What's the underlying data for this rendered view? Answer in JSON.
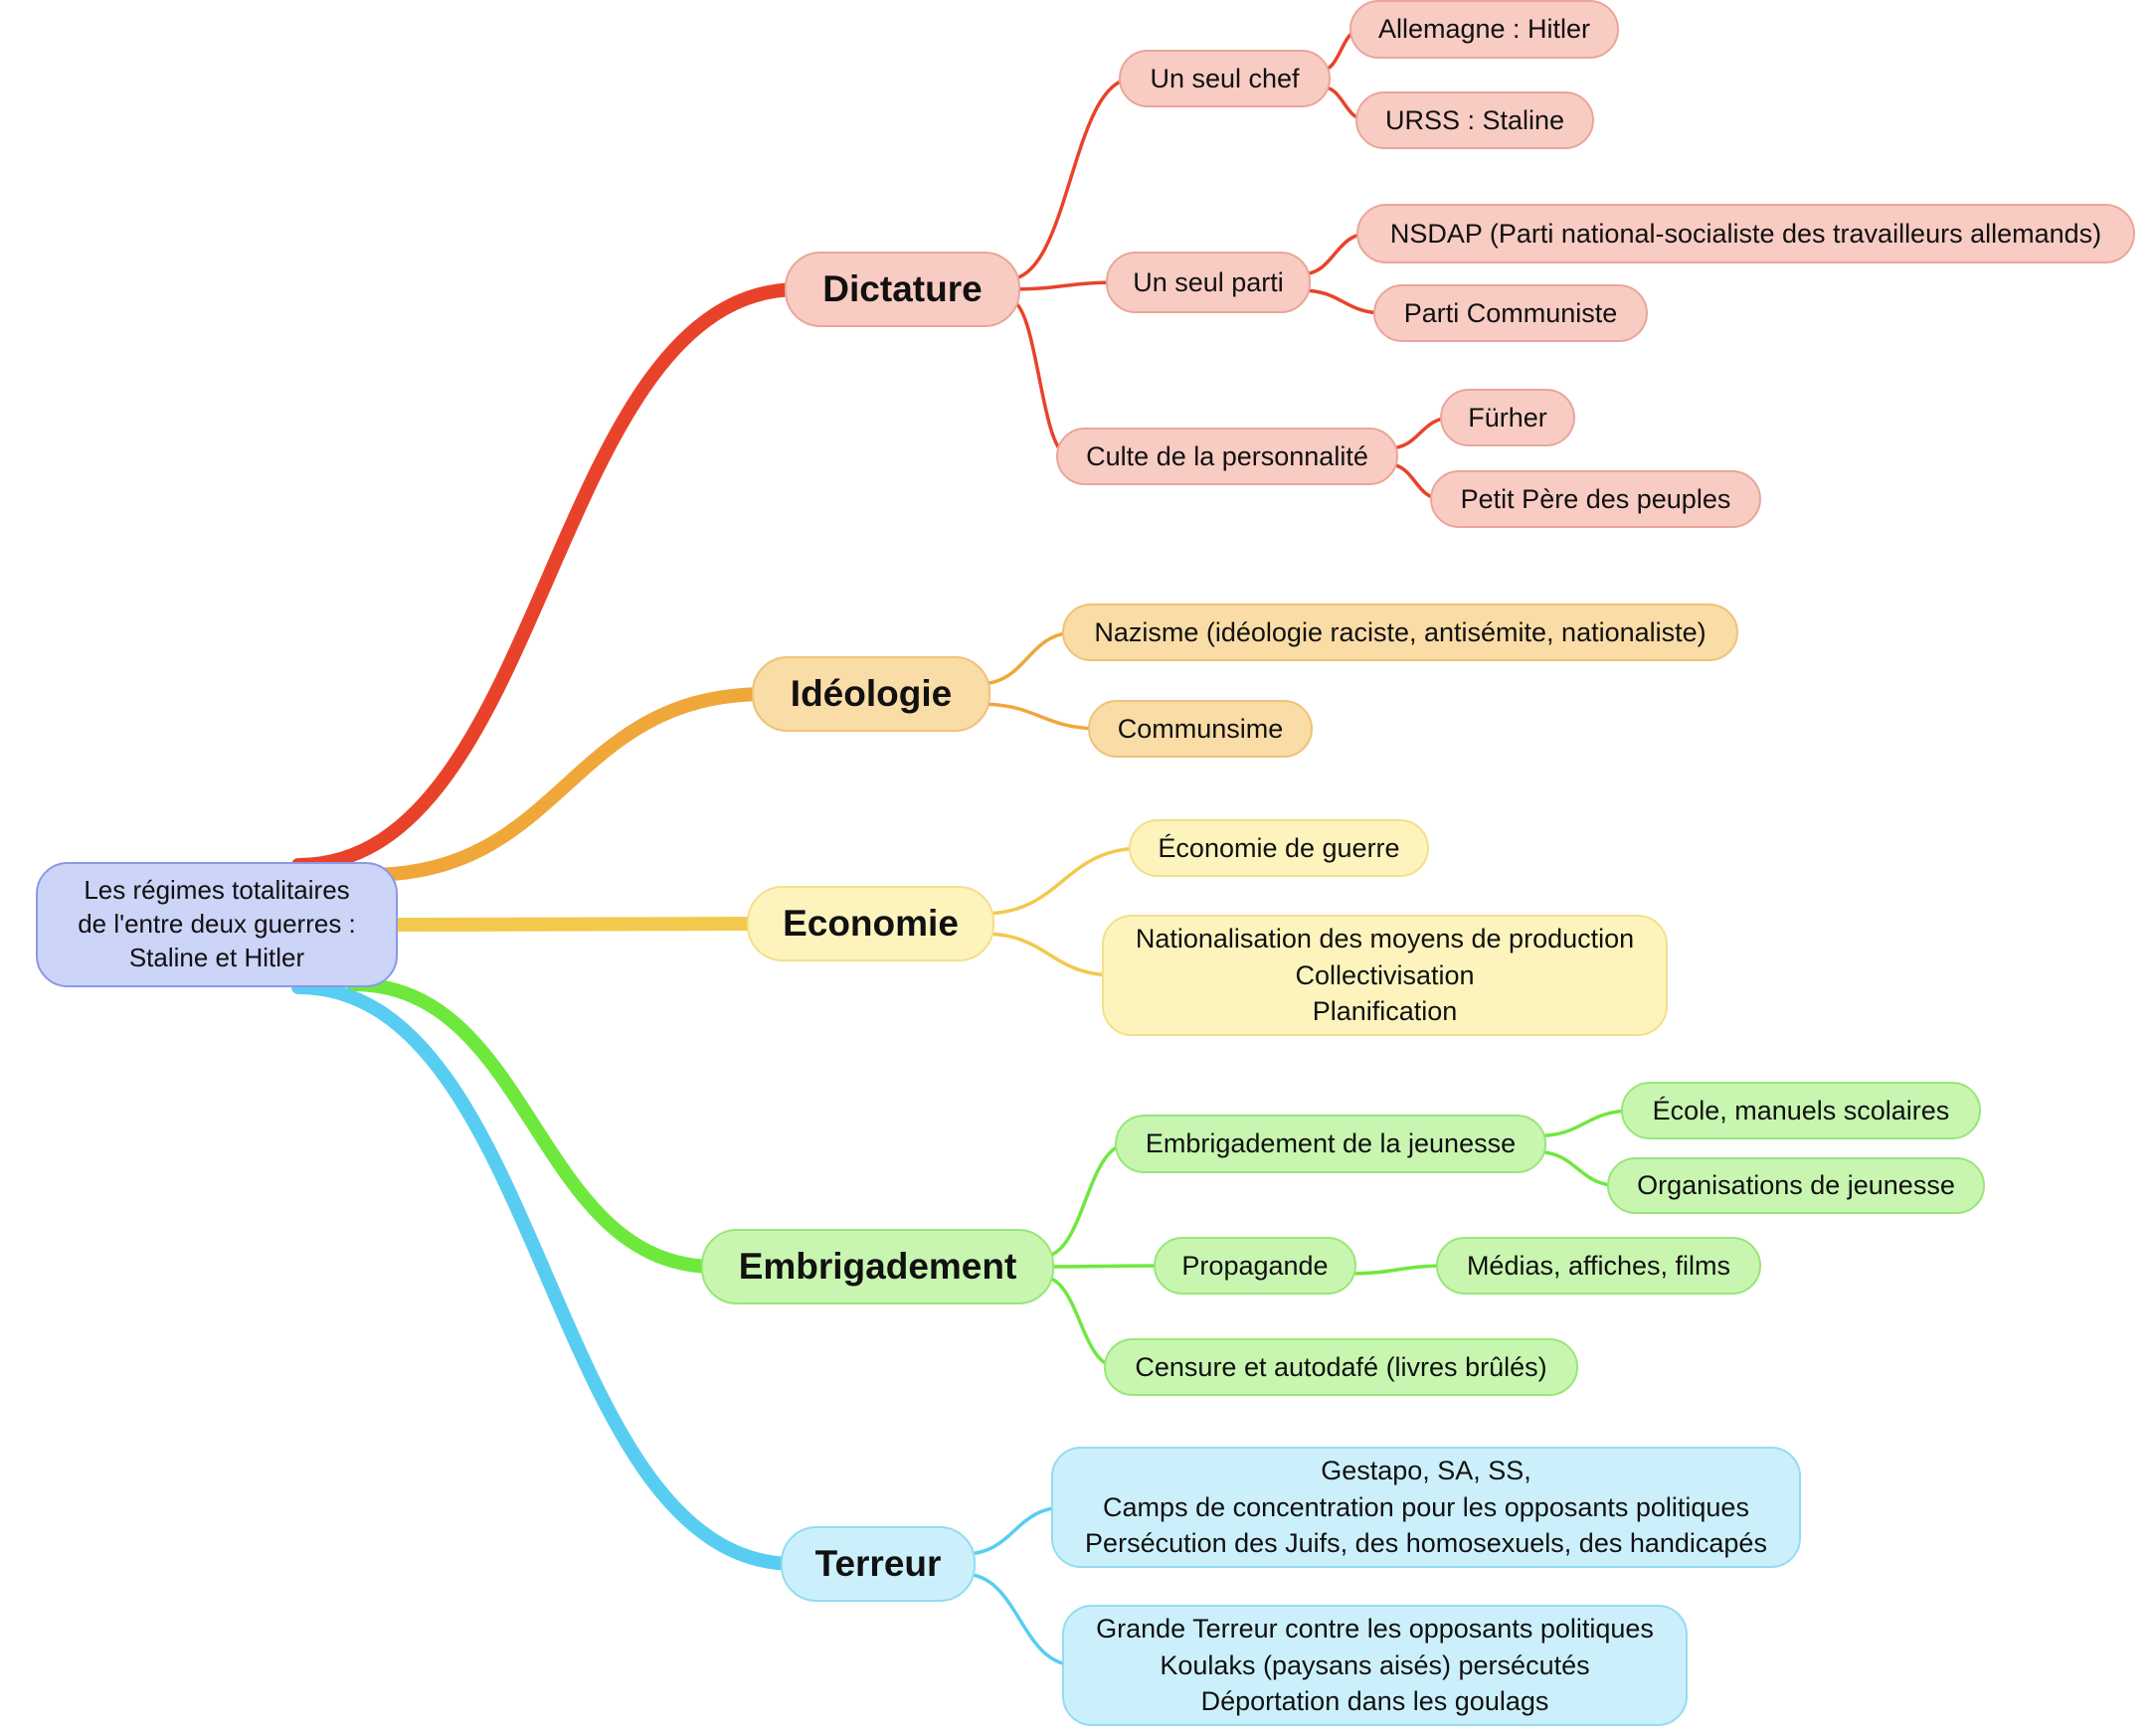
{
  "colors": {
    "root_fill": "#ccd4f8",
    "root_border": "#8b98e6",
    "dictature": "#e8432a",
    "dictature_fill": "#f8ccc3",
    "dictature_border": "#eba59a",
    "ideologie": "#f0a73a",
    "ideologie_fill": "#f9dca6",
    "ideologie_border": "#efc27a",
    "economie": "#f2c94c",
    "economie_fill": "#fdf4bd",
    "economie_border": "#f4df8a",
    "embrigadement": "#6fe83e",
    "embrigadement_fill": "#c8f6b0",
    "embrigadement_border": "#99e678",
    "terreur": "#58cdf2",
    "terreur_fill": "#ccf0fb",
    "terreur_border": "#93dcf2"
  },
  "root": {
    "label": "Les régimes totalitaires\nde l'entre deux guerres :\nStaline et Hitler"
  },
  "branches": [
    {
      "label": "Dictature",
      "color": "dictature",
      "children": [
        {
          "label": "Un seul chef",
          "children": [
            "Allemagne : Hitler",
            "URSS : Staline"
          ]
        },
        {
          "label": "Un seul parti",
          "children": [
            "NSDAP (Parti national-socialiste des travailleurs allemands)",
            "Parti Communiste"
          ]
        },
        {
          "label": "Culte de la personnalité",
          "children": [
            "Fürher",
            "Petit Père des peuples"
          ]
        }
      ]
    },
    {
      "label": "Idéologie",
      "color": "ideologie",
      "children": [
        {
          "label": "Nazisme (idéologie raciste, antisémite, nationaliste)",
          "children": []
        },
        {
          "label": "Communsime",
          "children": []
        }
      ]
    },
    {
      "label": "Economie",
      "color": "economie",
      "children": [
        {
          "label": "Économie de guerre",
          "children": []
        },
        {
          "label": "Nationalisation des moyens de production\nCollectivisation\nPlanification",
          "children": []
        }
      ]
    },
    {
      "label": "Embrigadement",
      "color": "embrigadement",
      "children": [
        {
          "label": "Embrigadement de la jeunesse",
          "children": [
            "École, manuels scolaires",
            "Organisations de jeunesse"
          ]
        },
        {
          "label": "Propagande",
          "children": [
            "Médias, affiches, films"
          ]
        },
        {
          "label": "Censure et autodafé (livres brûlés)",
          "children": []
        }
      ]
    },
    {
      "label": "Terreur",
      "color": "terreur",
      "children": [
        {
          "label": "Gestapo, SA, SS,\nCamps de concentration pour les opposants politiques\nPersécution des Juifs, des homosexuels, des handicapés",
          "children": []
        },
        {
          "label": "Grande Terreur contre les opposants politiques\nKoulaks (paysans aisés) persécutés\nDéportation dans les goulags",
          "children": []
        }
      ]
    }
  ]
}
